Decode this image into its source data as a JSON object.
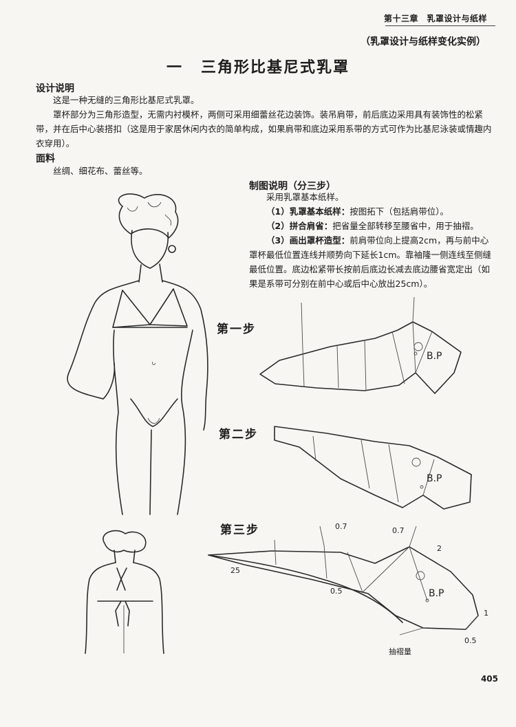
{
  "header": {
    "running_head": "第十三章　乳罩设计与纸样",
    "subtitle": "（乳罩设计与纸样变化实例）"
  },
  "title": {
    "number": "一",
    "text": "三角形比基尼式乳罩"
  },
  "design": {
    "heading": "设计说明",
    "p1": "这是一种无缝的三角形比基尼式乳罩。",
    "p2": "罩杯部分为三角形造型，无需内衬模杯，两侧可采用细蕾丝花边装饰。装吊肩带，前后底边采用具有装饰性的松紧带，并在后中心装搭扣（这是用于家居休闲内衣的简单构成，如果肩带和底边采用系带的方式可作为比基尼泳装或情趣内衣穿用）。"
  },
  "fabric": {
    "heading": "面料",
    "text": "丝绸、细花布、蕾丝等。"
  },
  "drafting": {
    "heading": "制图说明（分三步）",
    "intro": "采用乳罩基本纸样。",
    "step1_label": "（1）乳罩基本纸样：",
    "step1_text": "按图拓下（包括肩带位）。",
    "step2_label": "（2）拼合肩省：",
    "step2_text": "把省量全部转移至腰省中，用于抽褶。",
    "step3_label": "（3）画出罩杯造型：",
    "step3_text": "前肩带位向上提高2cm，再与前中心罩杯最低位置连线并顺势向下延长1cm。靠袖隆一侧连线至侧缝最低位置。底边松紧带长按前后底边长减去底边腰省宽定出（如果是系带可分别在前中心或后中心放出25cm）。"
  },
  "diagram": {
    "step1_label": "第一步",
    "step2_label": "第二步",
    "step3_label": "第三步",
    "bp_label": "B.P",
    "dim_07_a": "0.7",
    "dim_07_b": "0.7",
    "dim_2": "2",
    "dim_25": "25",
    "dim_05_a": "0.5",
    "dim_05_b": "0.5",
    "dim_1": "1",
    "gather_label": "抽褶量"
  },
  "page_number": "405"
}
